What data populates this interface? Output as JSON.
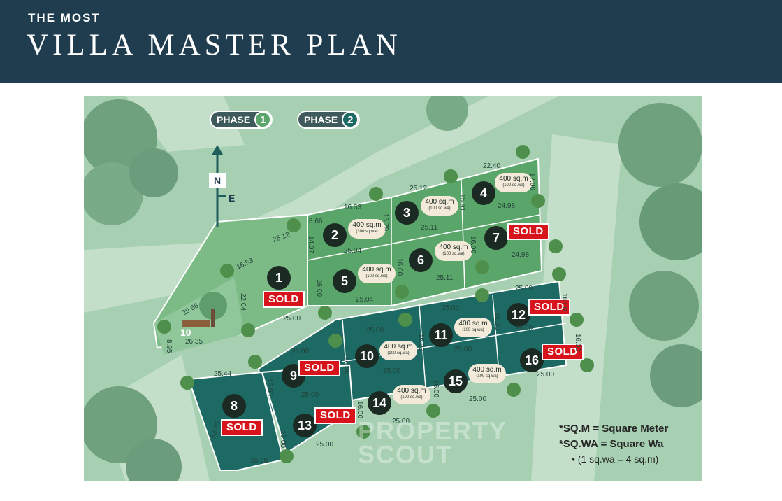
{
  "header": {
    "kicker": "THE MOST",
    "title": "VILLA MASTER PLAN"
  },
  "phases": [
    {
      "label": "PHASE",
      "num": "1",
      "color": "#5aa66a"
    },
    {
      "label": "PHASE",
      "num": "2",
      "color": "#1d6a64"
    }
  ],
  "compass": {
    "north": "N",
    "east": "E"
  },
  "plots": [
    {
      "num": "1",
      "sold": "SOLD",
      "phase": 1
    },
    {
      "num": "2",
      "area": "400 sq.m",
      "wa": "(100 sq.wa)",
      "phase": 1
    },
    {
      "num": "3",
      "area": "400 sq.m",
      "wa": "(100 sq.wa)",
      "phase": 1
    },
    {
      "num": "4",
      "area": "400 sq.m",
      "wa": "(100 sq.wa)",
      "phase": 1
    },
    {
      "num": "5",
      "area": "400 sq.m",
      "wa": "(100 sq.wa)",
      "phase": 1
    },
    {
      "num": "6",
      "area": "400 sq.m",
      "wa": "(100 sq.wa)",
      "phase": 1
    },
    {
      "num": "7",
      "sold": "SOLD",
      "phase": 1
    },
    {
      "num": "8",
      "sold": "SOLD",
      "phase": 2
    },
    {
      "num": "9",
      "sold": "SOLD",
      "phase": 2
    },
    {
      "num": "10",
      "area": "400 sq.m",
      "wa": "(100 sq.wa)",
      "phase": 2
    },
    {
      "num": "11",
      "area": "400 sq.m",
      "wa": "(100 sq.wa)",
      "phase": 2
    },
    {
      "num": "12",
      "sold": "SOLD",
      "phase": 2
    },
    {
      "num": "13",
      "sold": "SOLD",
      "phase": 2
    },
    {
      "num": "14",
      "area": "400 sq.m",
      "wa": "(100 sq.wa)",
      "phase": 2
    },
    {
      "num": "15",
      "area": "400 sq.m",
      "wa": "(100 sq.wa)",
      "phase": 2
    },
    {
      "num": "16",
      "sold": "SOLD",
      "phase": 2
    }
  ],
  "park_label": "10",
  "dimensions": {
    "d1": "22.40",
    "d2": "17.00",
    "d3": "25.12",
    "d4": "15.91",
    "d5": "24.98",
    "d6": "16.53",
    "d7": "15.79",
    "d8": "8.66",
    "d9": "25.12",
    "d10": "14.07",
    "d11": "25.11",
    "d12": "16.00",
    "d13": "24.98",
    "d14": "25.04",
    "d15": "16.53",
    "d16": "16.00",
    "d17": "16.00",
    "d18": "25.11",
    "d19": "22.04",
    "d20": "29.56",
    "d21": "25.00",
    "d22": "25.04",
    "d23": "26.35",
    "d24": "8.95",
    "d25": "25.00",
    "d26": "16.00",
    "d27": "25.00",
    "d28": "16.00",
    "d29": "25.00",
    "d30": "25.00",
    "d31": "16.00",
    "d32": "25.00",
    "d33": "16.00",
    "d34": "25.00",
    "d35": "25.00",
    "d36": "16.00",
    "d37": "25.00",
    "d38": "25.44",
    "d39": "16.00",
    "d40": "25.00",
    "d41": "16.00",
    "d42": "25.00",
    "d43": "16.00",
    "d44": "25.00",
    "d45": "33.75",
    "d46": "16.00",
    "d47": "25.00",
    "d48": "16.38"
  },
  "watermark": {
    "line1": "PROPERTY",
    "line2": "SCOUT"
  },
  "legend": {
    "sqm": "*SQ.M = Square Meter",
    "sqwa": "*SQ.WA = Square Wa",
    "note": "• (1 sq.wa = 4 sq.m)"
  },
  "colors": {
    "header": "#1f3d4f",
    "phase1_fill": "#5aa66a",
    "phase2_fill": "#1d6a64",
    "sold": "#d7141b"
  }
}
